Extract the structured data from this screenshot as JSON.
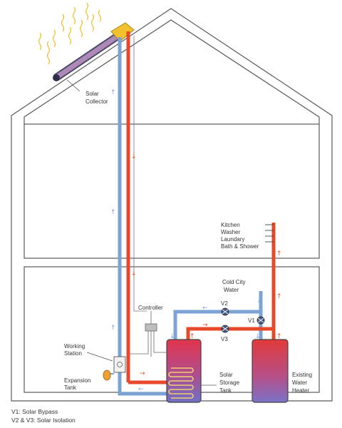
{
  "labels": {
    "solar_collector_1": "Solar",
    "solar_collector_2": "Collector",
    "uses": [
      "Kitchen",
      "Washer",
      "Laundary",
      "Bath & Shower"
    ],
    "cold_city_1": "Cold City",
    "cold_city_2": "Water",
    "controller": "Controller",
    "working_station_1": "Working",
    "working_station_2": "Station",
    "expansion_tank_1": "Expansion",
    "expansion_tank_2": "Tank",
    "v1": "V1",
    "v2": "V2",
    "v3": "V3",
    "storage_tank": [
      "Solar",
      "Storage",
      "Tank"
    ],
    "water_heater": [
      "Existing",
      "Water",
      "Heater"
    ]
  },
  "legend": {
    "line1": "V1: Solar Bypass",
    "line2": "V2 & V3: Solar Isolation"
  },
  "arrows": {
    "up": "↑",
    "down": "↓",
    "left": "←",
    "right": "→"
  },
  "colors": {
    "hot": "#e8482a",
    "cold": "#7ba3d4",
    "house_line": "#555555",
    "tank_top": "#e03a4a",
    "tank_bottom": "#7a6ec4",
    "collector": "#f2c12e",
    "valve": "#4a5a8a"
  }
}
